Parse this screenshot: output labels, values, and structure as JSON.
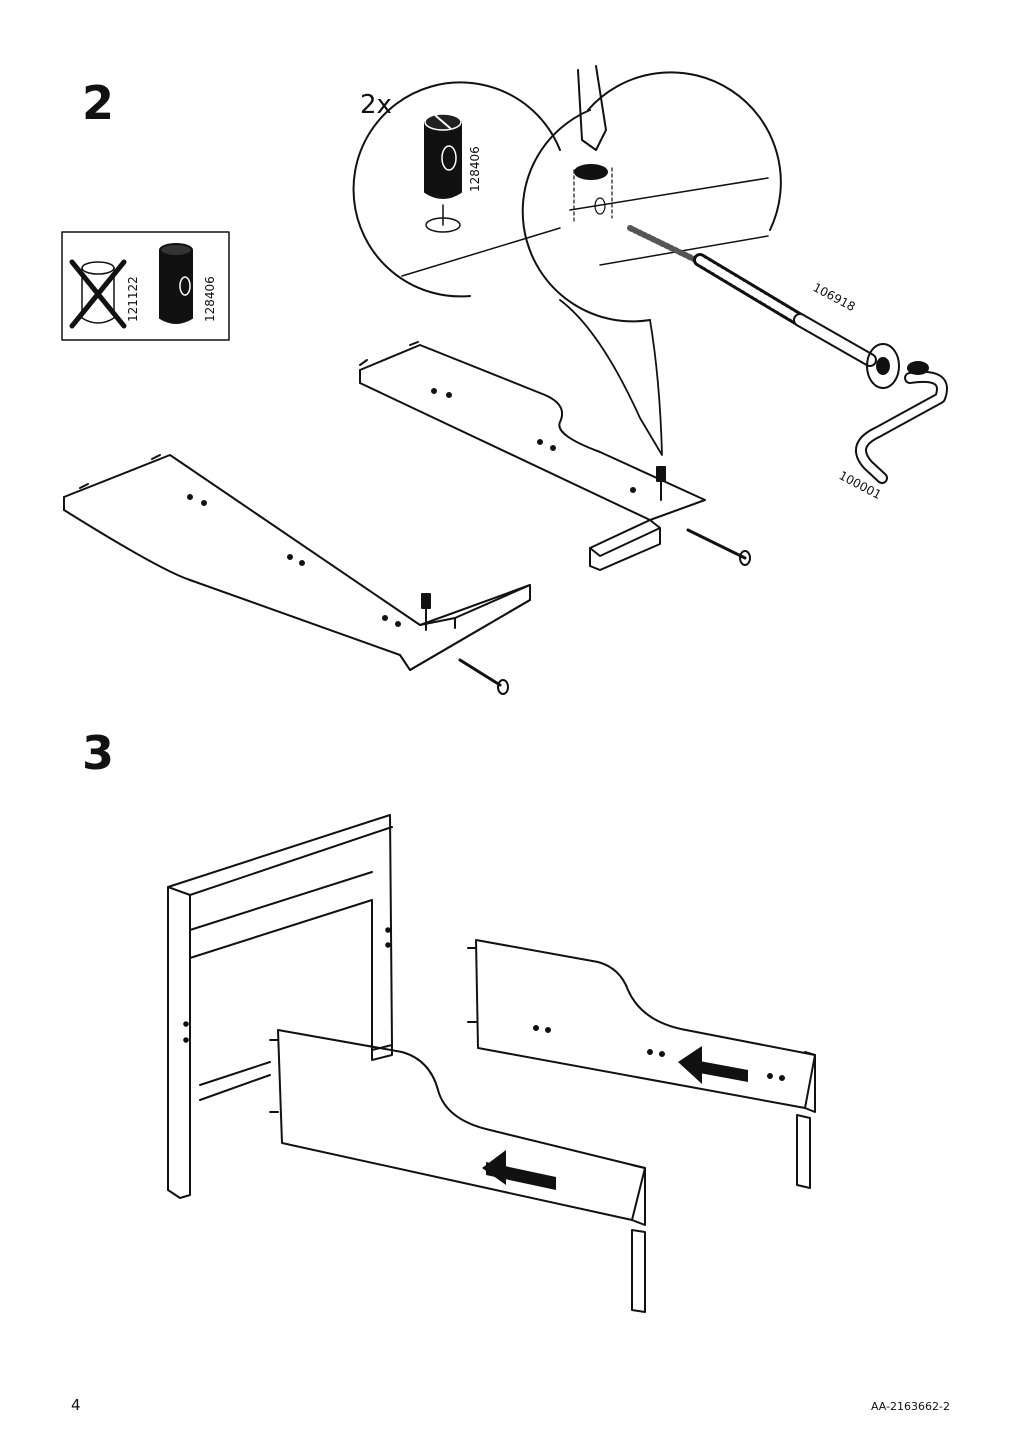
{
  "steps": {
    "step2_number": "2",
    "step3_number": "3"
  },
  "step2": {
    "quantity": "2x",
    "part_128406": "128406",
    "part_106918": "106918",
    "part_100001": "100001",
    "box_no_part": "121122",
    "box_yes_part": "128406"
  },
  "footer": {
    "page_number": "4",
    "doc_code": "AA-2163662-2"
  }
}
